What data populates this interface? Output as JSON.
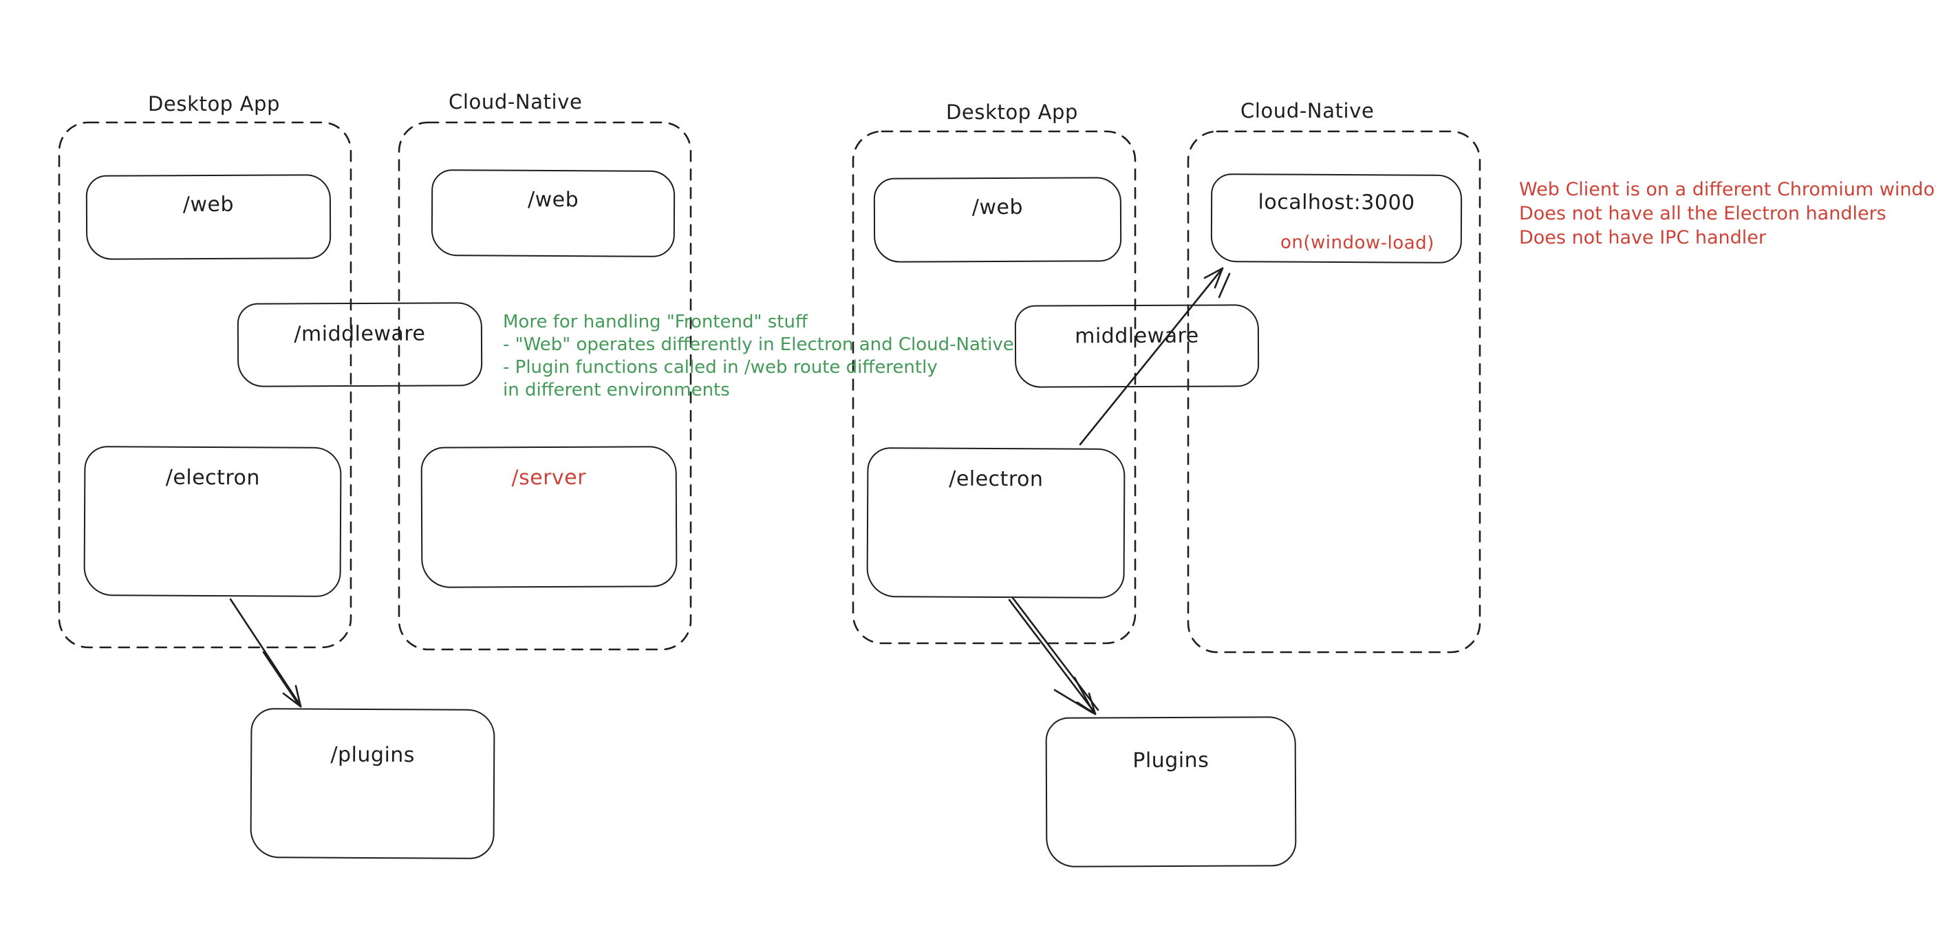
{
  "colors": {
    "ink": "#1e1e1e",
    "red": "#cd4338",
    "green": "#449a58",
    "background": "#ffffff"
  },
  "left_diagram": {
    "desktop_label": "Desktop App",
    "cloud_label": "Cloud-Native",
    "boxes": {
      "web_desktop": "/web",
      "web_cloud": "/web",
      "middleware": "/middleware",
      "electron": "/electron",
      "server": "/server",
      "plugins": "/plugins"
    }
  },
  "right_diagram": {
    "desktop_label": "Desktop App",
    "cloud_label": "Cloud-Native",
    "boxes": {
      "web": "/web",
      "localhost": "localhost:3000",
      "on_window_load": "on(window-load)",
      "middleware": "middleware",
      "electron": "/electron",
      "plugins": "Plugins"
    }
  },
  "green_note": {
    "lines": [
      "More for handling \"Frontend\" stuff",
      "- \"Web\" operates differently in Electron and Cloud-Native",
      "- Plugin functions called in /web route differently",
      "in different environments"
    ]
  },
  "red_note": {
    "lines": [
      "Web Client is on a different Chromium window",
      "Does not have all the Electron handlers",
      "Does not have IPC handler"
    ]
  }
}
